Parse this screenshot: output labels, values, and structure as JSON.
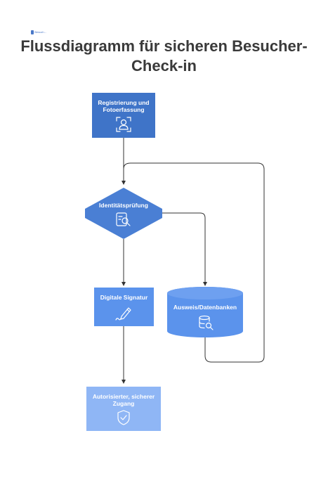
{
  "logo": {
    "text": "Besuch..."
  },
  "title": {
    "line1": "Flussdiagramm für sicheren Besucher-",
    "line2": "Check-in"
  },
  "nodes": {
    "registration": {
      "label": "Registrierung und Fotoerfassung",
      "icon": "person-frame-icon",
      "color": "#3f74c8"
    },
    "identity": {
      "label": "Identitätsprüfung",
      "icon": "document-search-icon",
      "color": "#4a7fd4"
    },
    "signature": {
      "label": "Digitale Signatur",
      "icon": "pen-signature-icon",
      "color": "#5b93ec"
    },
    "database": {
      "label": "Ausweis/Datenbanken",
      "icon": "database-search-icon",
      "color": "#5b93ec"
    },
    "access": {
      "label": "Autorisierter, sicherer Zugang",
      "icon": "shield-check-icon",
      "color": "#8fb6f5"
    }
  }
}
